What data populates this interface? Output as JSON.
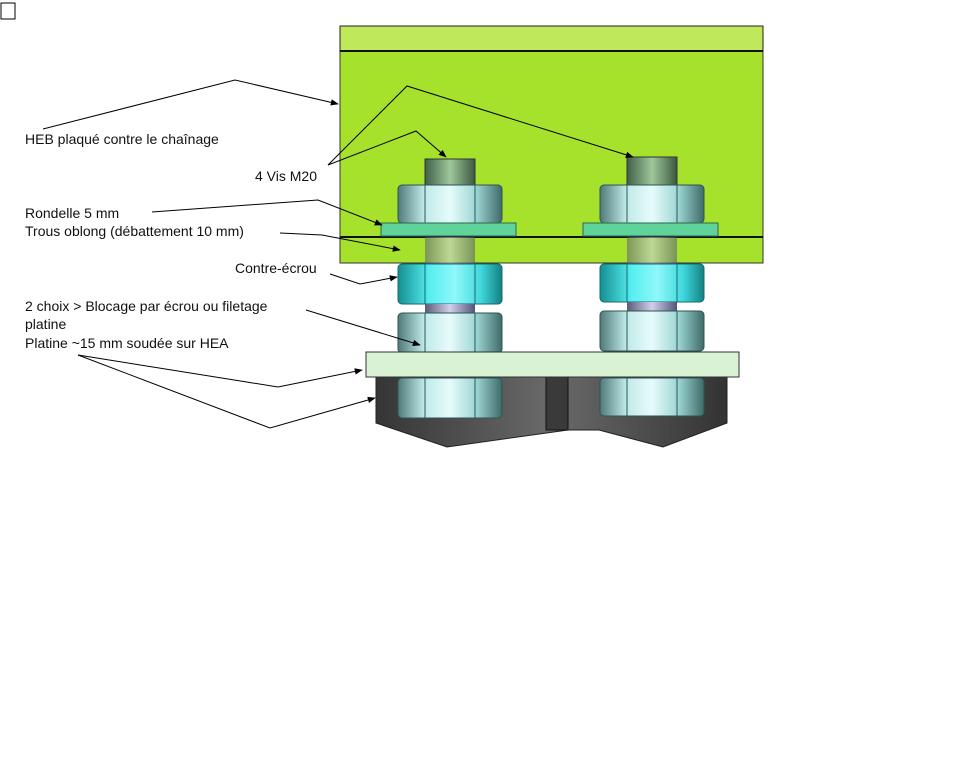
{
  "labels": {
    "heb": "HEB plaqué contre le chaînage",
    "vis": "4 Vis M20",
    "rondelle": "Rondelle 5 mm",
    "trous": "Trous oblong (débattement 10 mm)",
    "contre_ecrou": "Contre-écrou",
    "choix_line1": "2 choix > Blocage par écrou ou filetage",
    "choix_line2": "platine",
    "platine": "Platine ~15 mm soudée sur HEA"
  },
  "colors": {
    "heb_green": "#a6e22b",
    "heb_top": "#bfe85a",
    "washer": "#5fd39a",
    "nut_cyan": "#4fe6e6",
    "plate": "#d8f2d3",
    "hea_gray": "#4a4a4a",
    "bolt_head": "#6e9a6e"
  }
}
